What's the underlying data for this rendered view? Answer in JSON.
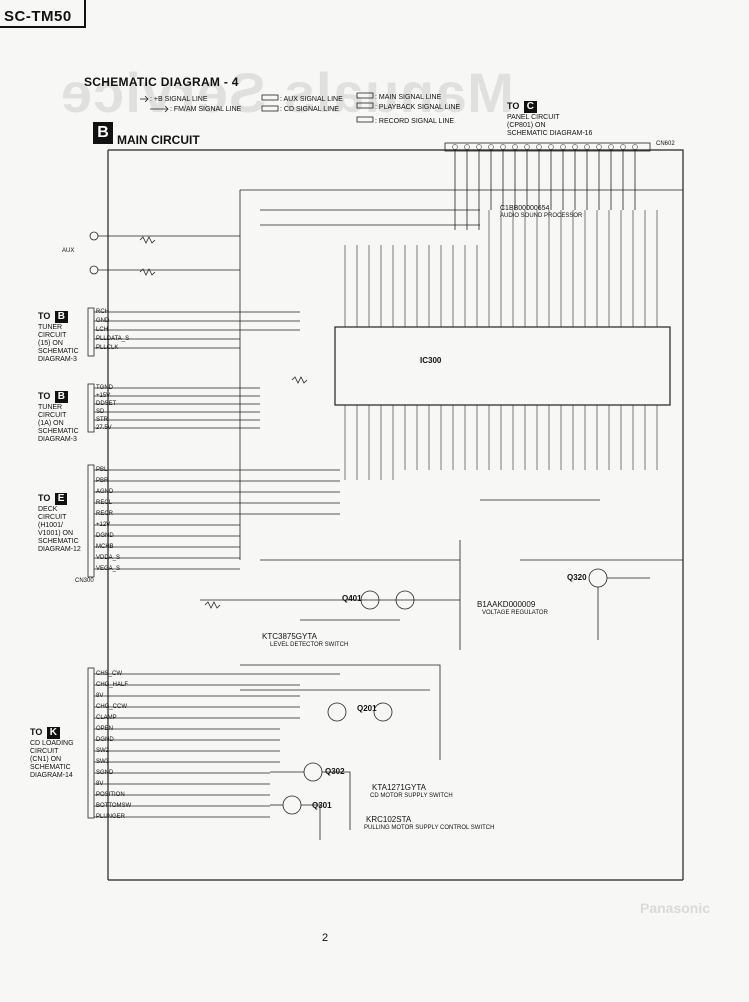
{
  "header": {
    "model": "SC-TM50",
    "title": "SCHEMATIC DIAGRAM - 4",
    "page_number": "2"
  },
  "legend": {
    "line1": ": +B SIGNAL LINE",
    "line2": ": FM/AM SIGNAL LINE",
    "line3": ": AUX SIGNAL LINE",
    "line4": ": CD SIGNAL LINE",
    "line5": ": MAIN SIGNAL LINE",
    "line6": ": PLAYBACK SIGNAL LINE",
    "line7": ": RECORD SIGNAL LINE"
  },
  "section": {
    "tag": "B",
    "name": "MAIN CIRCUIT"
  },
  "blocks": {
    "panel": {
      "to": "TO",
      "tag": "C",
      "lines": [
        "PANEL CIRCUIT",
        "(CP801) ON",
        "SCHEMATIC DIAGRAM-16"
      ]
    },
    "tuner1": {
      "to": "TO",
      "tag": "B",
      "lines": [
        "TUNER",
        "CIRCUIT",
        "(15) ON",
        "SCHEMATIC",
        "DIAGRAM-3"
      ]
    },
    "tuner2": {
      "to": "TO",
      "tag": "B",
      "lines": [
        "TUNER",
        "CIRCUIT",
        "(1A) ON",
        "SCHEMATIC",
        "DIAGRAM-3"
      ]
    },
    "deck": {
      "to": "TO",
      "tag": "E",
      "lines": [
        "DECK",
        "CIRCUIT",
        "(H1001/",
        "V1001) ON",
        "SCHEMATIC",
        "DIAGRAM-12"
      ]
    },
    "cd": {
      "to": "TO",
      "tag": "K",
      "lines": [
        "CD LOADING",
        "CIRCUIT",
        "(CN1) ON",
        "SCHEMATIC",
        "DIAGRAM-14"
      ]
    }
  },
  "components": {
    "ic": "IC300",
    "ic_part": "C1BB00000654",
    "ic_desc": "AUDIO SOUND PROCESSOR",
    "q401": "Q401",
    "q401_part": "KTC3875GYTA",
    "q401_desc": "LEVEL DETECTOR SWITCH",
    "q201": "Q201",
    "q302": "Q302",
    "q302_part": "KTA1271GYTA",
    "q302_desc": "CD MOTOR SUPPLY SWITCH",
    "q301": "Q301",
    "q301_part": "KRC102STA",
    "q301_desc": "PULLING MOTOR SUPPLY CONTROL SWITCH",
    "q320": "Q320",
    "reg_part": "B1AAKD000009",
    "reg_desc": "VOLTAGE REGULATOR",
    "cp_aux": "AUX",
    "connector1": "CN300",
    "connector2": "CN602"
  },
  "connector_pins": {
    "tuner1": [
      "RCH",
      "GND",
      "LCH",
      "PLLDATA_S",
      "PLLCLK"
    ],
    "tuner2": [
      "TGND",
      "+15V",
      "DDSET",
      "SD",
      "STR",
      "27.5V"
    ],
    "deck": [
      "PBL",
      "PBR",
      "AGND",
      "RECL",
      "RECR",
      "+12V",
      "DGND",
      "MCHB",
      "VDDA_S",
      "VEGA_S"
    ],
    "cd": [
      "CHS_CW",
      "CHG_HALF",
      "8V",
      "CHG_CCW",
      "CLAMP",
      "OPEN",
      "DGND",
      "SW2",
      "SW3",
      "SGND",
      "8V",
      "POSITION",
      "BOTTOMSW",
      "PLUNGER"
    ]
  },
  "watermark": "Manuals Service",
  "brand": "Panasonic"
}
